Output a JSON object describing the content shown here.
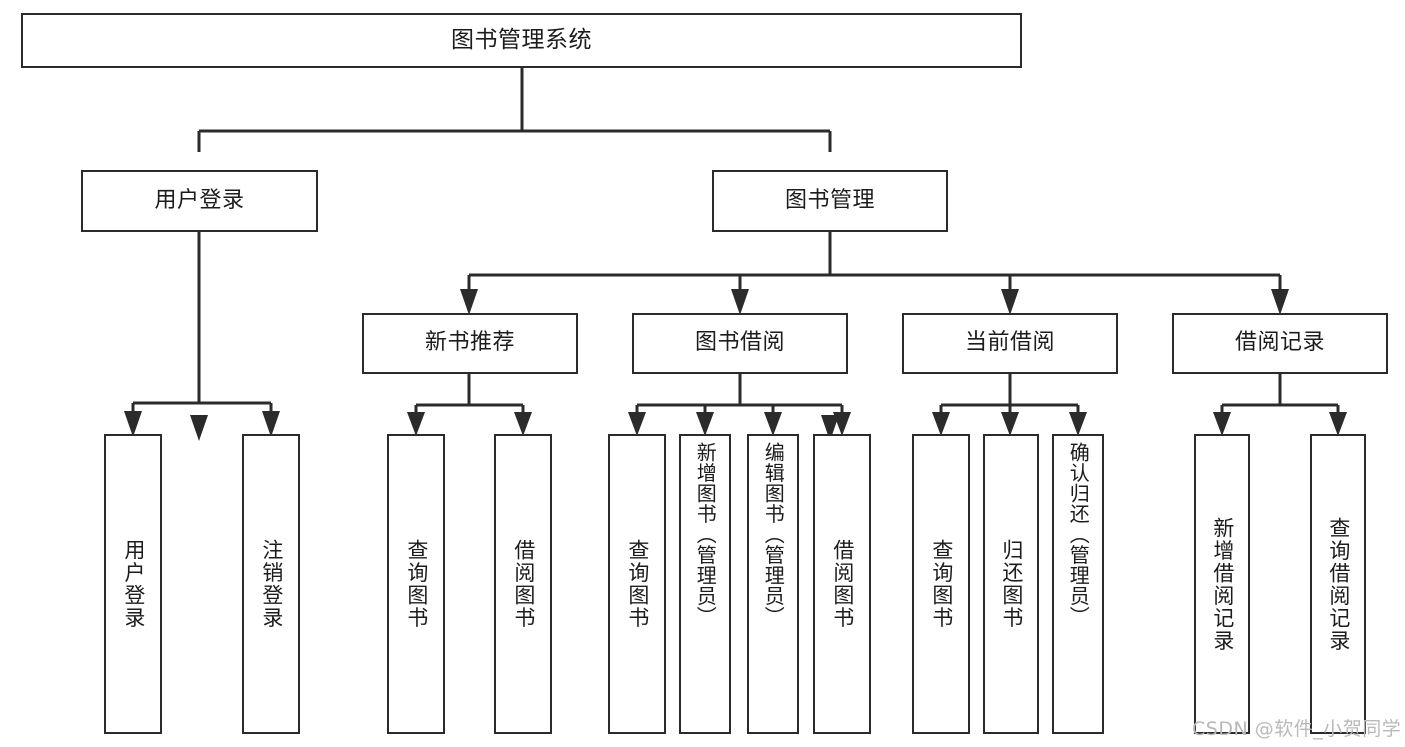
{
  "diagram": {
    "type": "hierarchy-tree",
    "title": "图书管理系统",
    "root": {
      "label": "图书管理系统"
    },
    "level2": [
      {
        "label": "用户登录"
      },
      {
        "label": "图书管理"
      }
    ],
    "level3": [
      {
        "label": "新书推荐"
      },
      {
        "label": "图书借阅"
      },
      {
        "label": "当前借阅"
      },
      {
        "label": "借阅记录"
      }
    ],
    "leaves": {
      "user_login": [
        {
          "label": "用户登录"
        },
        {
          "label": "注销登录"
        }
      ],
      "new_book_recommend": [
        {
          "label": "查询图书"
        },
        {
          "label": "借阅图书"
        }
      ],
      "book_borrow": [
        {
          "label": "查询图书"
        },
        {
          "label": "新增图书（管理员）"
        },
        {
          "label": "编辑图书（管理员）"
        },
        {
          "label": "借阅图书"
        }
      ],
      "current_borrow": [
        {
          "label": "查询图书"
        },
        {
          "label": "归还图书"
        },
        {
          "label": "确认归还（管理员）"
        }
      ],
      "borrow_record": [
        {
          "label": "新增借阅记录"
        },
        {
          "label": "查询借阅记录"
        }
      ]
    }
  },
  "watermark": {
    "text": "CSDN @软件_小贺同学"
  },
  "colors": {
    "stroke": "#2b2b2b",
    "background": "#ffffff",
    "text": "#1c1c1c",
    "watermark": "#b9b9b9"
  }
}
